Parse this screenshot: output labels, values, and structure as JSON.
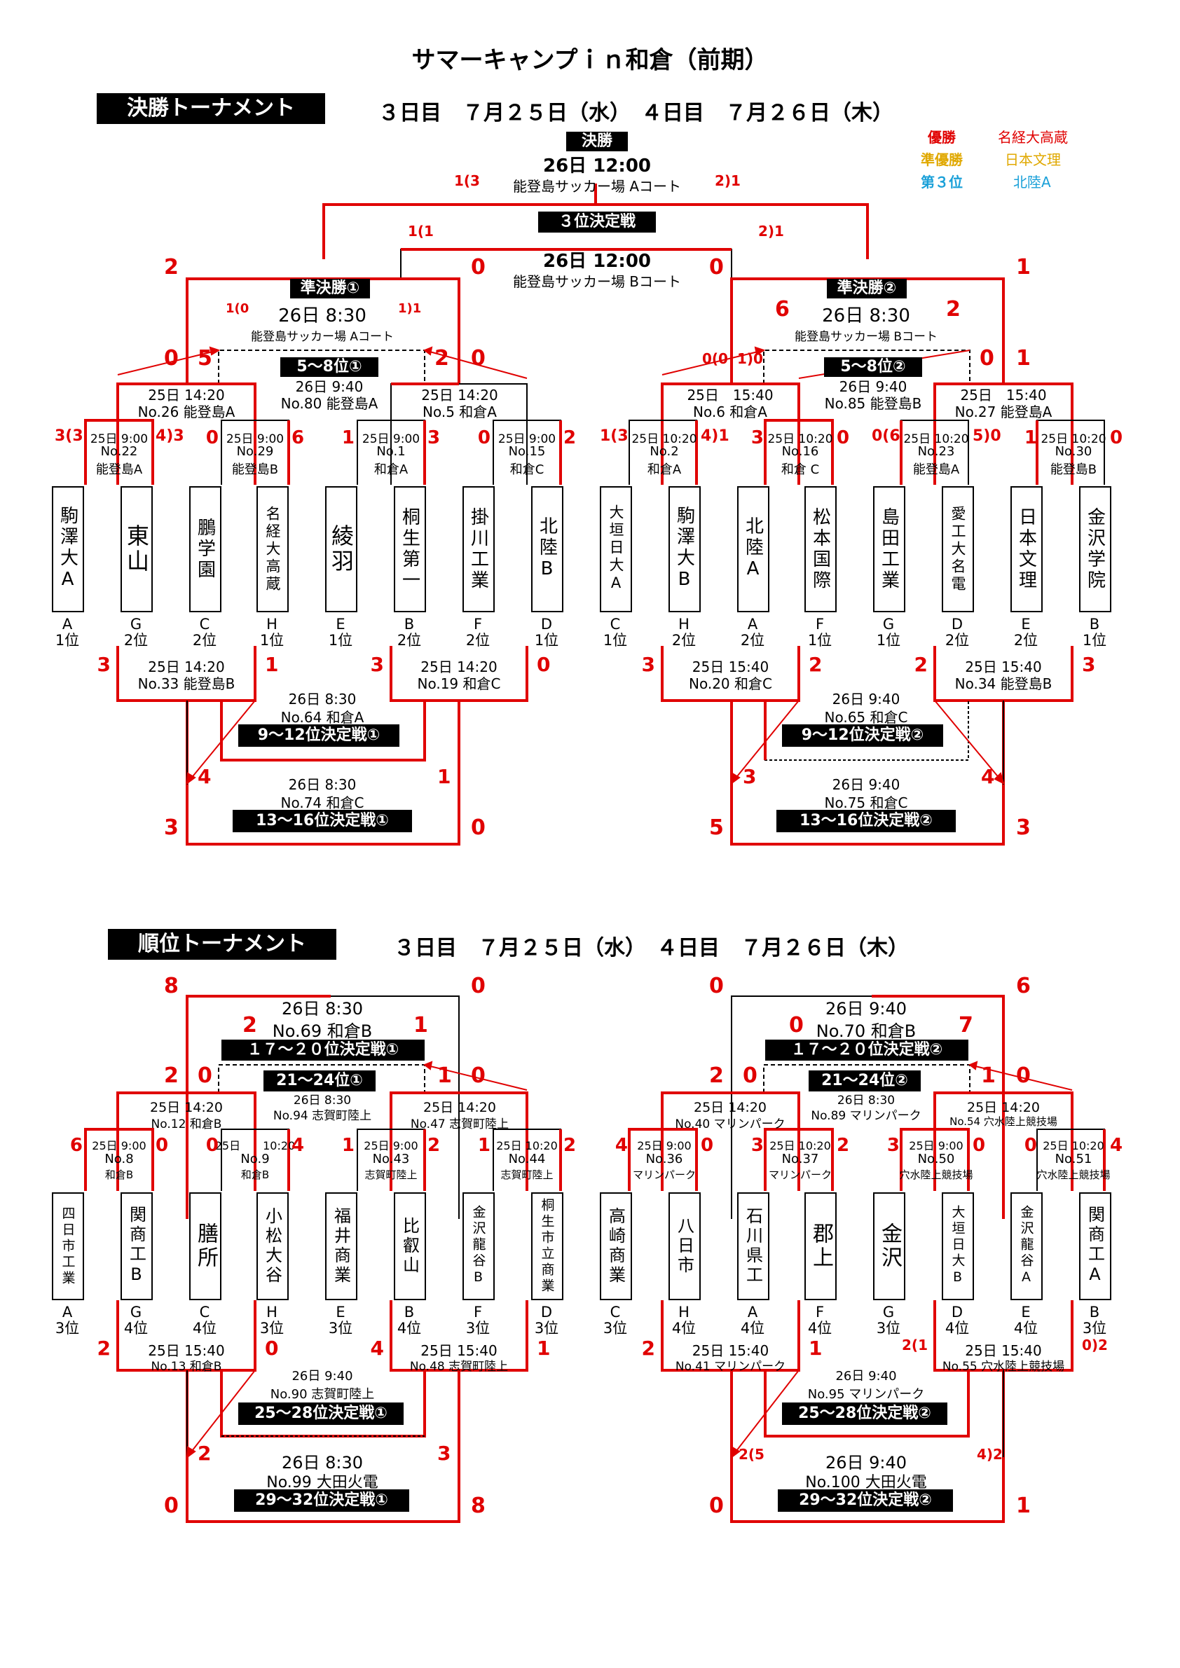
{
  "title": "サマーキャンプｉｎ和倉（前期）",
  "final_section": {
    "label": "決勝トーナメント",
    "dates": "３日目　７月２５日（水）　４日目　７月２６日（木）",
    "legend": {
      "champion_label": "優勝",
      "champion_team": "名経大高蔵",
      "runnerup_label": "準優勝",
      "runnerup_team": "日本文理",
      "third_label": "第３位",
      "third_team": "北陸A"
    },
    "final": {
      "label": "決勝",
      "time": "26日 12:00",
      "venue": "能登島サッカー場 Aコート",
      "score_left": "1(3",
      "score_right": "2)1"
    },
    "third_place": {
      "label": "３位決定戦",
      "time": "26日 12:00",
      "venue": "能登島サッカー場 Bコート",
      "score_left": "1(1",
      "score_right": "2)1"
    },
    "outer_scores": {
      "l1": "2",
      "l2": "0",
      "r1": "0",
      "r2": "1"
    },
    "semi1": {
      "label": "準決勝①",
      "time": "26日 8:30",
      "venue": "能登島サッカー場 Aコート",
      "score_left": "1(0",
      "score_right": "1)1",
      "low_left": "0",
      "low_left2": "5",
      "low_right": "2",
      "low_right2": "0"
    },
    "semi2": {
      "label": "準決勝②",
      "time": "26日 8:30",
      "venue": "能登島サッカー場 Bコート",
      "score_left": "6",
      "score_right": "2",
      "low_left": "0(0",
      "low_left2": "1)0",
      "low_right": "0",
      "low_right2": "1"
    },
    "place58_1": {
      "label": "5～8位①",
      "time": "26日 9:40",
      "venue": "No.80 能登島A"
    },
    "place58_2": {
      "label": "5～8位②",
      "time": "26日 9:40",
      "venue": "No.85 能登島B"
    },
    "qf": [
      {
        "time": "25日 14:20",
        "venue": "No.26 能登島A"
      },
      {
        "time": "25日 14:20",
        "venue": "No.5 和倉A"
      },
      {
        "time": "25日　15:40",
        "venue": "No.6 和倉A"
      },
      {
        "time": "25日　15:40",
        "venue": "No.27 能登島A"
      }
    ],
    "r1": [
      {
        "time": "25日 9:00",
        "no": "No.22",
        "venue": "能登島A",
        "sl": "3(3",
        "sr": "4)3"
      },
      {
        "time": "25日 9:00",
        "no": "No.29",
        "venue": "能登島B",
        "sl": "0",
        "sr": "6"
      },
      {
        "time": "25日 9:00",
        "no": "No.1",
        "venue": "和倉A",
        "sl": "1",
        "sr": "3"
      },
      {
        "time": "25日 9:00",
        "no": "No.15",
        "venue": "和倉C",
        "sl": "0",
        "sr": "2"
      },
      {
        "time": "25日 10:20",
        "no": "No.2",
        "venue": "和倉A",
        "sl": "1(3",
        "sr": "4)1"
      },
      {
        "time": "25日 10:20",
        "no": "No.16",
        "venue": "和倉 C",
        "sl": "3",
        "sr": "0"
      },
      {
        "time": "25日 10:20",
        "no": "No.23",
        "venue": "能登島A",
        "sl": "0(6",
        "sr": "5)0"
      },
      {
        "time": "25日 10:20",
        "no": "No.30",
        "venue": "能登島B",
        "sl": "1",
        "sr": "0"
      }
    ],
    "teams": [
      {
        "name": "駒澤大A",
        "grp": "A",
        "rank": "1位"
      },
      {
        "name": "東山",
        "grp": "G",
        "rank": "2位"
      },
      {
        "name": "鵬学園",
        "grp": "C",
        "rank": "2位"
      },
      {
        "name": "名経大高蔵",
        "grp": "H",
        "rank": "1位"
      },
      {
        "name": "綾羽",
        "grp": "E",
        "rank": "1位"
      },
      {
        "name": "桐生第一",
        "grp": "B",
        "rank": "2位"
      },
      {
        "name": "掛川工業",
        "grp": "F",
        "rank": "2位"
      },
      {
        "name": "北陸B",
        "grp": "D",
        "rank": "1位"
      },
      {
        "name": "大垣日大A",
        "grp": "C",
        "rank": "1位"
      },
      {
        "name": "駒澤大B",
        "grp": "H",
        "rank": "2位"
      },
      {
        "name": "北陸A",
        "grp": "A",
        "rank": "2位"
      },
      {
        "name": "松本国際",
        "grp": "F",
        "rank": "1位"
      },
      {
        "name": "島田工業",
        "grp": "G",
        "rank": "1位"
      },
      {
        "name": "愛工大名電",
        "grp": "D",
        "rank": "2位"
      },
      {
        "name": "日本文理",
        "grp": "E",
        "rank": "2位"
      },
      {
        "name": "金沢学院",
        "grp": "B",
        "rank": "1位"
      }
    ],
    "lower": [
      {
        "time": "25日 14:20",
        "venue": "No.33 能登島B",
        "sl": "3",
        "sr": "1"
      },
      {
        "time": "25日 14:20",
        "venue": "No.19 和倉C",
        "sl": "3",
        "sr": "0"
      },
      {
        "time": "25日 15:40",
        "venue": "No.20 和倉C",
        "sl": "3",
        "sr": "2"
      },
      {
        "time": "25日 15:40",
        "venue": "No.34 能登島B",
        "sl": "2",
        "sr": "3"
      }
    ],
    "p912_1": {
      "time": "26日 8:30",
      "venue": "No.64 和倉A",
      "label": "9～12位決定戦①"
    },
    "p912_2": {
      "time": "26日 9:40",
      "venue": "No.65 和倉C",
      "label": "9～12位決定戦②"
    },
    "p1316_1": {
      "time": "26日 8:30",
      "venue": "No.74 和倉C",
      "label": "13～16位決定戦①",
      "sl": "4",
      "sr": "1",
      "bl": "3",
      "br": "0"
    },
    "p1316_2": {
      "time": "26日 9:40",
      "venue": "No.75 和倉C",
      "label": "13～16位決定戦②",
      "sl": "3",
      "sr": "4",
      "bl": "5",
      "br": "3"
    }
  },
  "rank_section": {
    "label": "順位トーナメント",
    "dates": "３日目　７月２５日（水）　４日目　７月２６日（木）",
    "p1720_1": {
      "time": "26日 8:30",
      "venue": "No.69 和倉B",
      "label": "１７～２０位決定戦①",
      "ol": "8",
      "or": "0",
      "il": "2",
      "ir": "1"
    },
    "p1720_2": {
      "time": "26日 9:40",
      "venue": "No.70 和倉B",
      "label": "１７～２０位決定戦②",
      "ol": "0",
      "or": "6",
      "il": "0",
      "ir": "7"
    },
    "p2124_1": {
      "label": "21～24位①",
      "time": "26日 8:30",
      "venue": "No.94 志賀町陸上",
      "s1": "2",
      "s2": "0",
      "s3": "1",
      "s4": "0"
    },
    "p2124_2": {
      "label": "21～24位②",
      "time": "26日 8:30",
      "venue": "No.89 マリンパーク",
      "s1": "2",
      "s2": "0",
      "s3": "1",
      "s4": "0"
    },
    "qf": [
      {
        "time": "25日 14:20",
        "venue": "No.12 和倉B"
      },
      {
        "time": "25日 14:20",
        "venue": "No.47 志賀町陸上"
      },
      {
        "time": "25日 14:20",
        "venue": "No.40 マリンパーク"
      },
      {
        "time": "25日 14:20",
        "venue": "No.54 穴水陸上競技場"
      }
    ],
    "r1": [
      {
        "time": "25日 9:00",
        "no": "No.8",
        "venue": "和倉B",
        "sl": "6",
        "sr": "0"
      },
      {
        "time": "25日　　10:20",
        "no": "No.9",
        "venue": "和倉B",
        "sl": "0",
        "sr": "4"
      },
      {
        "time": "25日 9:00",
        "no": "No.43",
        "venue": "志賀町陸上",
        "sl": "1",
        "sr": "2"
      },
      {
        "time": "25日 10:20",
        "no": "No.44",
        "venue": "志賀町陸上",
        "sl": "1",
        "sr": "2"
      },
      {
        "time": "25日 9:00",
        "no": "No.36",
        "venue": "マリンパーク",
        "sl": "4",
        "sr": "0"
      },
      {
        "time": "25日 10:20",
        "no": "No.37",
        "venue": "マリンパーク",
        "sl": "3",
        "sr": "2"
      },
      {
        "time": "25日 9:00",
        "no": "No.50",
        "venue": "穴水陸上競技場",
        "sl": "3",
        "sr": "0"
      },
      {
        "time": "25日 10:20",
        "no": "No.51",
        "venue": "穴水陸上競技場",
        "sl": "0",
        "sr": "4"
      }
    ],
    "teams": [
      {
        "name": "四日市工業",
        "grp": "A",
        "rank": "3位"
      },
      {
        "name": "関商工B",
        "grp": "G",
        "rank": "4位"
      },
      {
        "name": "膳所",
        "grp": "C",
        "rank": "4位"
      },
      {
        "name": "小松大谷",
        "grp": "H",
        "rank": "3位"
      },
      {
        "name": "福井商業",
        "grp": "E",
        "rank": "3位"
      },
      {
        "name": "比叡山",
        "grp": "B",
        "rank": "4位"
      },
      {
        "name": "金沢龍谷B",
        "grp": "F",
        "rank": "3位"
      },
      {
        "name": "桐生市立商業",
        "grp": "D",
        "rank": "3位"
      },
      {
        "name": "高崎商業",
        "grp": "C",
        "rank": "3位"
      },
      {
        "name": "八日市",
        "grp": "H",
        "rank": "4位"
      },
      {
        "name": "石川県工",
        "grp": "A",
        "rank": "4位"
      },
      {
        "name": "郡上",
        "grp": "F",
        "rank": "4位"
      },
      {
        "name": "金沢",
        "grp": "G",
        "rank": "3位"
      },
      {
        "name": "大垣日大B",
        "grp": "D",
        "rank": "4位"
      },
      {
        "name": "金沢龍谷A",
        "grp": "E",
        "rank": "4位"
      },
      {
        "name": "関商工A",
        "grp": "B",
        "rank": "3位"
      }
    ],
    "lower": [
      {
        "time": "25日 15:40",
        "venue": "No.13 和倉B",
        "sl": "2",
        "sr": "0"
      },
      {
        "time": "25日 15:40",
        "venue": "No.48 志賀町陸上",
        "sl": "4",
        "sr": "1"
      },
      {
        "time": "25日 15:40",
        "venue": "No.41 マリンパーク",
        "sl": "2",
        "sr": "1"
      },
      {
        "time": "25日 15:40",
        "venue": "No.55 穴水陸上競技場",
        "sl": "2(1",
        "sr": "0)2"
      }
    ],
    "p2528_1": {
      "time": "26日 9:40",
      "venue": "No.90 志賀町陸上",
      "label": "25～28位決定戦①"
    },
    "p2528_2": {
      "time": "26日 9:40",
      "venue": "No.95 マリンパーク",
      "label": "25～28位決定戦②"
    },
    "p2932_1": {
      "time": "26日 8:30",
      "venue": "No.99 大田火電",
      "label": "29～32位決定戦①",
      "sl": "2",
      "sr": "3",
      "bl": "0",
      "br": "8"
    },
    "p2932_2": {
      "time": "26日 9:40",
      "venue": "No.100 大田火電",
      "label": "29～32位決定戦②",
      "sl": "2(5",
      "sr": "4)2",
      "bl": "0",
      "br": "1"
    }
  },
  "colors": {
    "accent": "#e00000",
    "gold": "#e0a800",
    "cyan": "#1aa0d8"
  }
}
